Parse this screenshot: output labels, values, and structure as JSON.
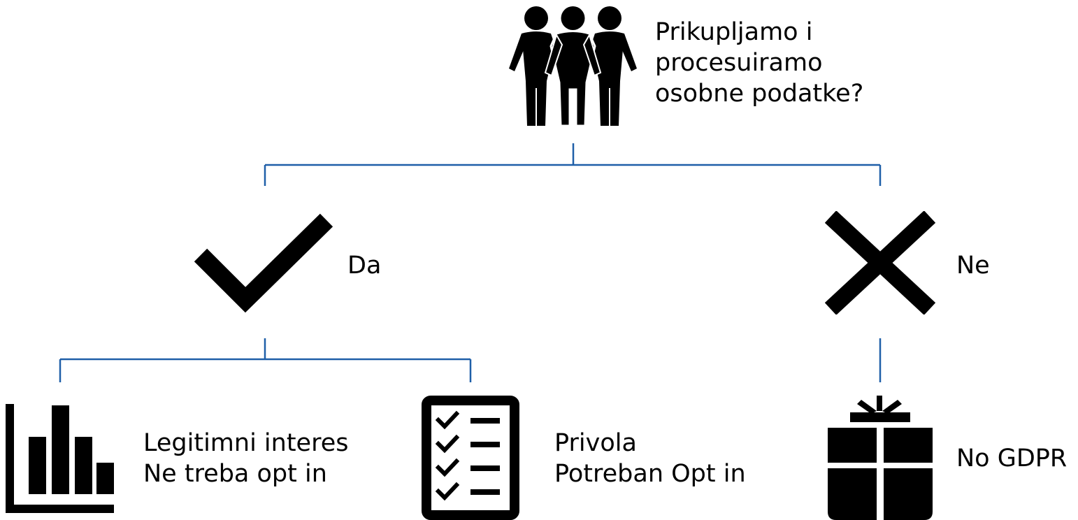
{
  "colors": {
    "connector": "#1f5fa8",
    "icon": "#000000",
    "background": "#ffffff"
  },
  "root": {
    "icon": "people-group-icon",
    "lines": [
      "Prikupljamo i",
      "procesuiramo",
      "osobne podatke?"
    ]
  },
  "yes": {
    "icon": "checkmark-icon",
    "label": "Da"
  },
  "no": {
    "icon": "cross-icon",
    "label": "Ne"
  },
  "leaves": {
    "legitimate": {
      "icon": "bar-chart-icon",
      "lines": [
        "Legitimni interes",
        "Ne treba opt in"
      ]
    },
    "consent": {
      "icon": "checklist-icon",
      "lines": [
        "Privola",
        "Potreban Opt in"
      ]
    },
    "nogdpr": {
      "icon": "gift-box-icon",
      "lines": [
        "No GDPR"
      ]
    }
  }
}
